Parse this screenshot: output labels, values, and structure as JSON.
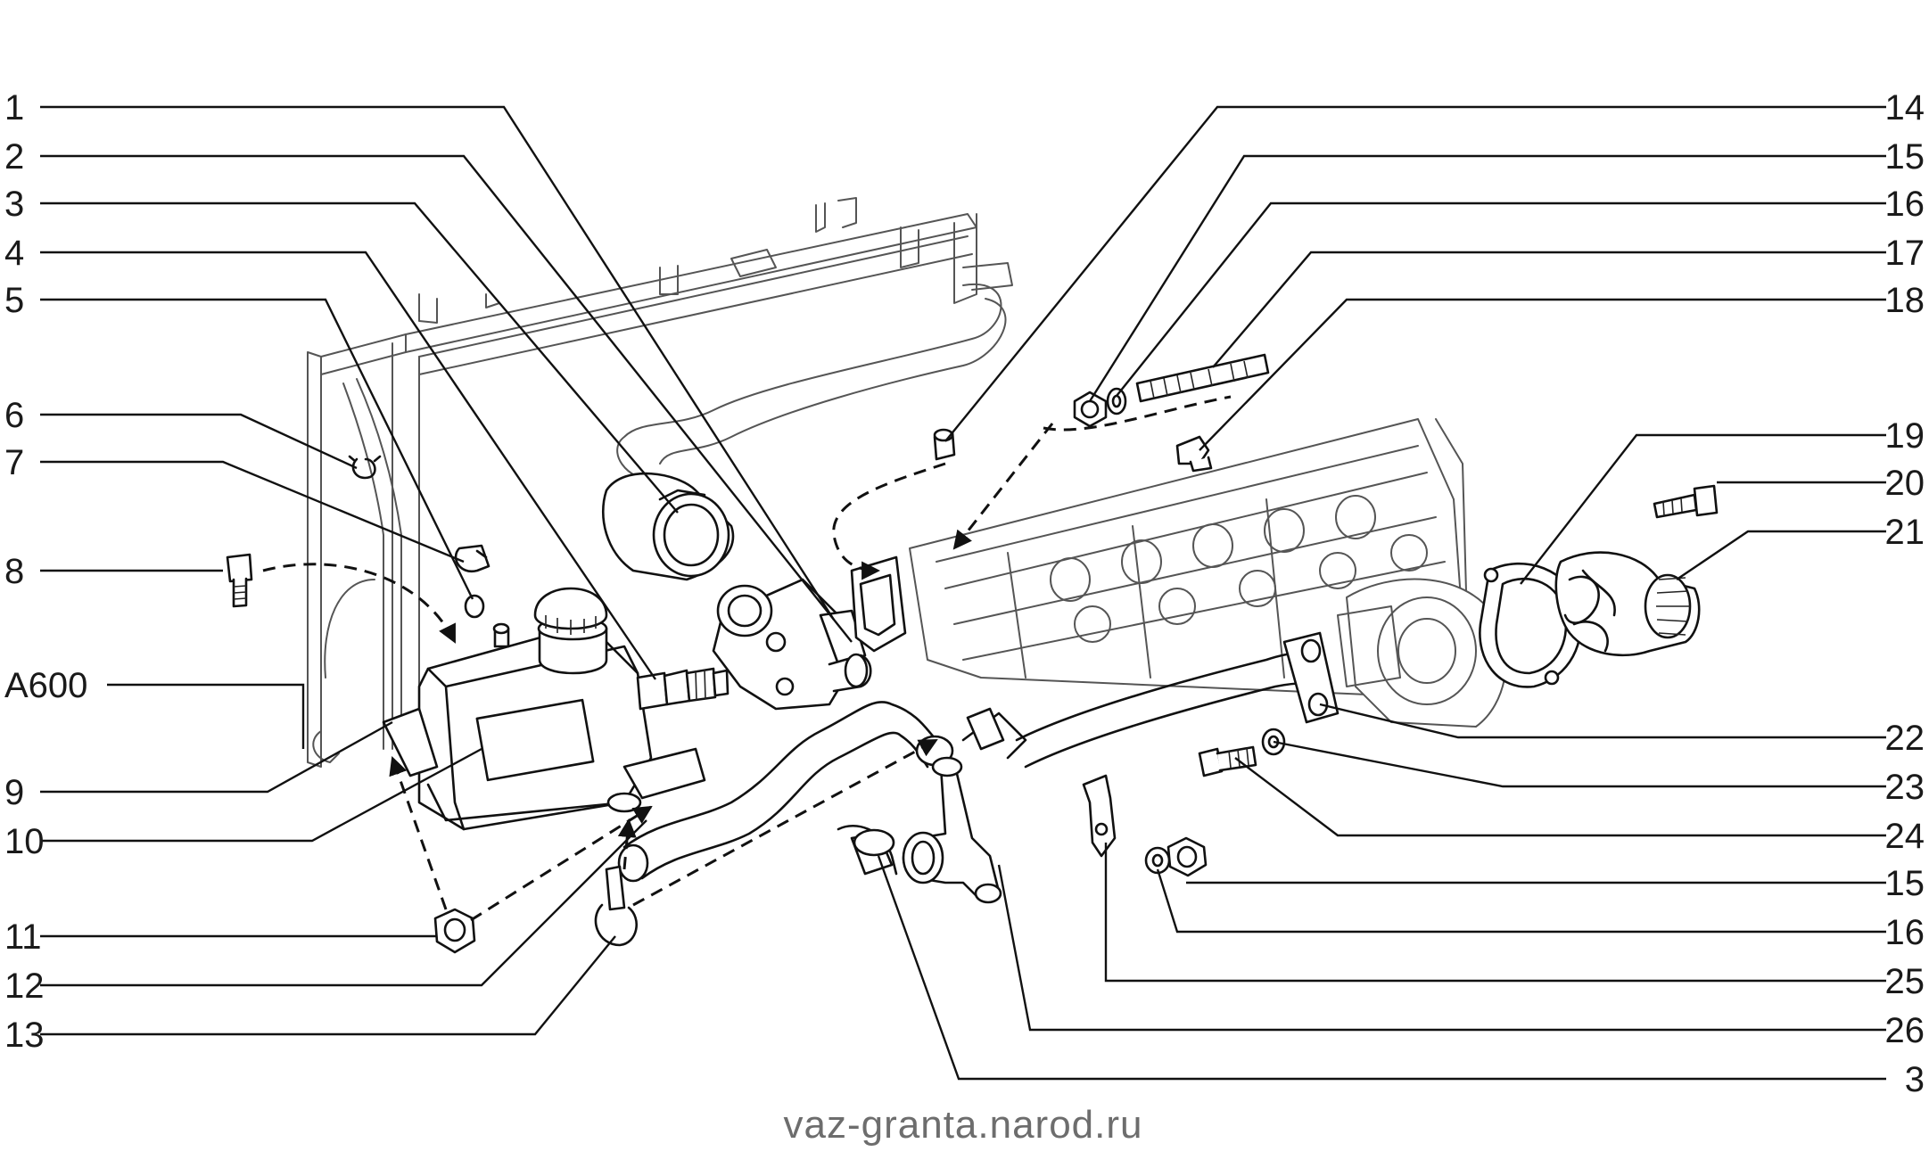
{
  "callouts_left": [
    {
      "id": "c1",
      "label": "1"
    },
    {
      "id": "c2",
      "label": "2"
    },
    {
      "id": "c3",
      "label": "3"
    },
    {
      "id": "c4",
      "label": "4"
    },
    {
      "id": "c5",
      "label": "5"
    },
    {
      "id": "c6",
      "label": "6"
    },
    {
      "id": "c7",
      "label": "7"
    },
    {
      "id": "c8",
      "label": "8"
    },
    {
      "id": "cA600",
      "label": "A600"
    },
    {
      "id": "c9",
      "label": "9"
    },
    {
      "id": "c10",
      "label": "10"
    },
    {
      "id": "c11",
      "label": "11"
    },
    {
      "id": "c12",
      "label": "12"
    },
    {
      "id": "c13",
      "label": "13"
    }
  ],
  "callouts_right": [
    {
      "id": "c14",
      "label": "14"
    },
    {
      "id": "c15a",
      "label": "15"
    },
    {
      "id": "c16a",
      "label": "16"
    },
    {
      "id": "c17",
      "label": "17"
    },
    {
      "id": "c18",
      "label": "18"
    },
    {
      "id": "c19",
      "label": "19"
    },
    {
      "id": "c20",
      "label": "20"
    },
    {
      "id": "c21",
      "label": "21"
    },
    {
      "id": "c22",
      "label": "22"
    },
    {
      "id": "c23",
      "label": "23"
    },
    {
      "id": "c24",
      "label": "24"
    },
    {
      "id": "c15b",
      "label": "15"
    },
    {
      "id": "c16b",
      "label": "16"
    },
    {
      "id": "c25",
      "label": "25"
    },
    {
      "id": "c26",
      "label": "26"
    },
    {
      "id": "c3b",
      "label": "3"
    }
  ],
  "watermark": "vaz-granta.narod.ru",
  "colors": {
    "line": "#111111",
    "background": "#ffffff",
    "watermark": "#6d6d6d"
  }
}
